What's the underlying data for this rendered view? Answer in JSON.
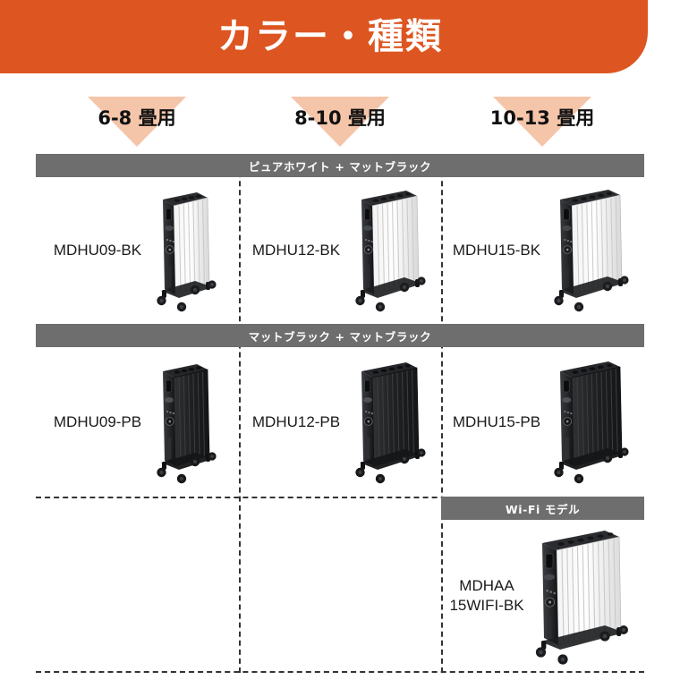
{
  "banner": {
    "title": "カラー・種類",
    "bg_color": "#dd5520",
    "text_color": "#ffffff"
  },
  "columns": [
    {
      "id": "col-6-8",
      "label": "6-8 畳用",
      "triangle_color": "#f5c5aa"
    },
    {
      "id": "col-8-10",
      "label": "8-10 畳用",
      "triangle_color": "#f5c5aa"
    },
    {
      "id": "col-10-13",
      "label": "10-13 畳用",
      "triangle_color": "#f5c5aa"
    }
  ],
  "bands": [
    {
      "id": "band-pure-white-matt-black",
      "label": "ピュアホワイト + マットブラック",
      "bar_color": "#6e6e6e",
      "span": "full",
      "products": [
        {
          "model": "MDHU09-BK",
          "column": 0,
          "finish": "white",
          "fins": 7,
          "size": "small"
        },
        {
          "model": "MDHU12-BK",
          "column": 1,
          "finish": "white",
          "fins": 9,
          "size": "medium"
        },
        {
          "model": "MDHU15-BK",
          "column": 2,
          "finish": "white",
          "fins": 10,
          "size": "large"
        }
      ]
    },
    {
      "id": "band-matt-black-matt-black",
      "label": "マットブラック + マットブラック",
      "bar_color": "#6e6e6e",
      "span": "full",
      "products": [
        {
          "model": "MDHU09-PB",
          "column": 0,
          "finish": "black",
          "fins": 7,
          "size": "small"
        },
        {
          "model": "MDHU12-PB",
          "column": 1,
          "finish": "black",
          "fins": 9,
          "size": "medium"
        },
        {
          "model": "MDHU15-PB",
          "column": 2,
          "finish": "black",
          "fins": 10,
          "size": "large"
        }
      ]
    },
    {
      "id": "band-wifi",
      "label": "Wi-Fi モデル",
      "bar_color": "#6e6e6e",
      "span": "third-column",
      "products": [
        {
          "model": "MDHAA\n15WIFI-BK",
          "column": 2,
          "finish": "white",
          "fins": 13,
          "size": "xlarge"
        }
      ]
    }
  ],
  "divider_color": "#333333",
  "background_color": "#ffffff"
}
